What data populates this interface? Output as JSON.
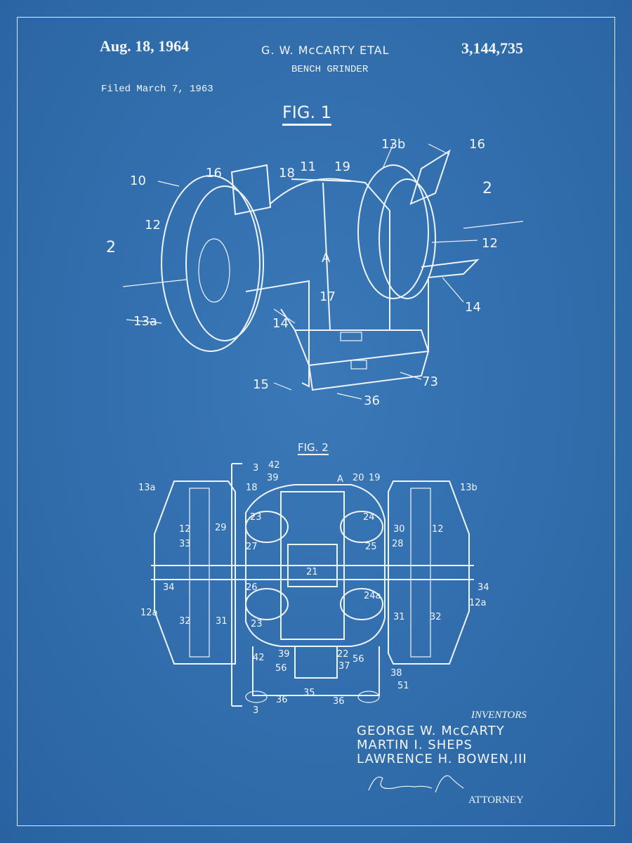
{
  "header": {
    "date": "Aug. 18, 1964",
    "inventor_short": "G. W. McCARTY ETAL",
    "patent_number": "3,144,735",
    "title": "BENCH GRINDER",
    "filed": "Filed March 7, 1963"
  },
  "fig1": {
    "title": "FIG. 1",
    "labels": [
      "10",
      "16",
      "18",
      "11",
      "19",
      "13b",
      "16",
      "2",
      "12",
      "2",
      "12",
      "A",
      "13a",
      "14",
      "17",
      "14",
      "15",
      "36",
      "73"
    ]
  },
  "fig2": {
    "title": "FIG. 2",
    "labels": [
      "3",
      "42",
      "39",
      "A",
      "20",
      "19",
      "13a",
      "18",
      "13b",
      "23",
      "24",
      "12",
      "29",
      "30",
      "12",
      "33",
      "27",
      "25",
      "28",
      "21",
      "34",
      "26",
      "34",
      "24a",
      "12a",
      "12a",
      "32",
      "31",
      "31",
      "32",
      "23",
      "39",
      "22",
      "42",
      "56",
      "37",
      "56",
      "38",
      "51",
      "36",
      "35",
      "36",
      "3"
    ]
  },
  "inventors": {
    "heading": "INVENTORS",
    "names": [
      "GEORGE W. McCARTY",
      "MARTIN I. SHEPS",
      "LAWRENCE H. BOWEN,III"
    ]
  },
  "attorney": {
    "signature": "Leonard Bloom",
    "label": "ATTORNEY"
  },
  "colors": {
    "background": "#336fae",
    "ink": "#f2f6fb"
  }
}
